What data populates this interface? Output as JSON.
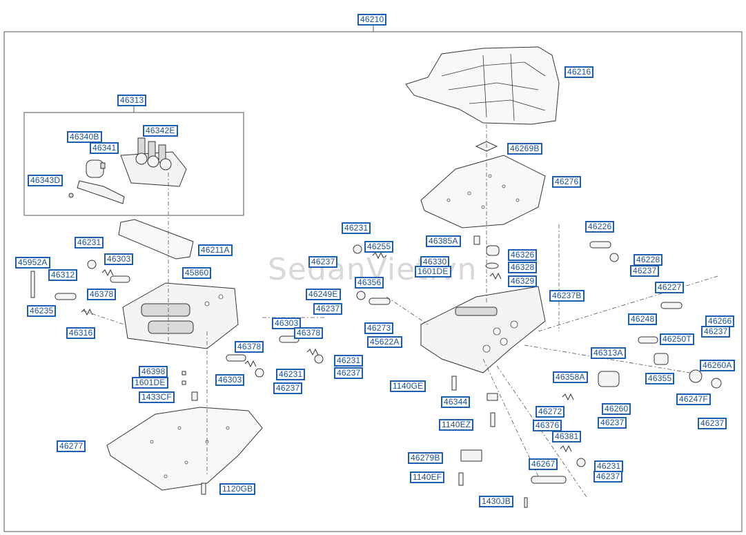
{
  "watermark": "SedanViet.vn",
  "labels": {
    "l46210": "46210",
    "l46216": "46216",
    "l46313": "46313",
    "l46340B": "46340B",
    "l46342E": "46342E",
    "l46341": "46341",
    "l46343D": "46343D",
    "l46269B": "46269B",
    "l46276": "46276",
    "l46211A": "46211A",
    "l46231a": "46231",
    "l46231b": "46231",
    "l46255": "46255",
    "l46385A": "46385A",
    "l46326": "46326",
    "l46226": "46226",
    "l45952A": "45952A",
    "l46303a": "46303",
    "l46237a": "46237",
    "l46330": "46330",
    "l46328": "46328",
    "l46228": "46228",
    "l1601DEa": "1601DE",
    "l46237b": "46237",
    "l46312": "46312",
    "l45860": "45860",
    "l46356": "46356",
    "l46329": "46329",
    "l46378a": "46378",
    "l46249E": "46249E",
    "l46237B": "46237B",
    "l46227": "46227",
    "l46235": "46235",
    "l46237c": "46237",
    "l46248": "46248",
    "l46303b": "46303",
    "l46273": "46273",
    "l46266": "46266",
    "l46316": "46316",
    "l46378b": "46378",
    "l46237d": "46237",
    "l45622A": "45622A",
    "l46250T": "46250T",
    "l46378c": "46378",
    "l46313A": "46313A",
    "l46231c": "46231",
    "l46260A": "46260A",
    "l46398": "46398",
    "l46231d": "46231",
    "l46237e": "46237",
    "l46358A": "46358A",
    "l46355": "46355",
    "l1601DEb": "1601DE",
    "l46303c": "46303",
    "l1140GE": "1140GE",
    "l46247F": "46247F",
    "l46237f": "46237",
    "l1433CF": "1433CF",
    "l46344": "46344",
    "l46272": "46272",
    "l46260": "46260",
    "l46237g": "46237",
    "l1140EZ": "1140EZ",
    "l46376": "46376",
    "l46237h": "46237",
    "l46381": "46381",
    "l46277": "46277",
    "l46279B": "46279B",
    "l46267": "46267",
    "l46231e": "46231",
    "l1140EF": "1140EF",
    "l46237i": "46237",
    "l1120GB": "1120GB",
    "l1430JB": "1430JB"
  }
}
